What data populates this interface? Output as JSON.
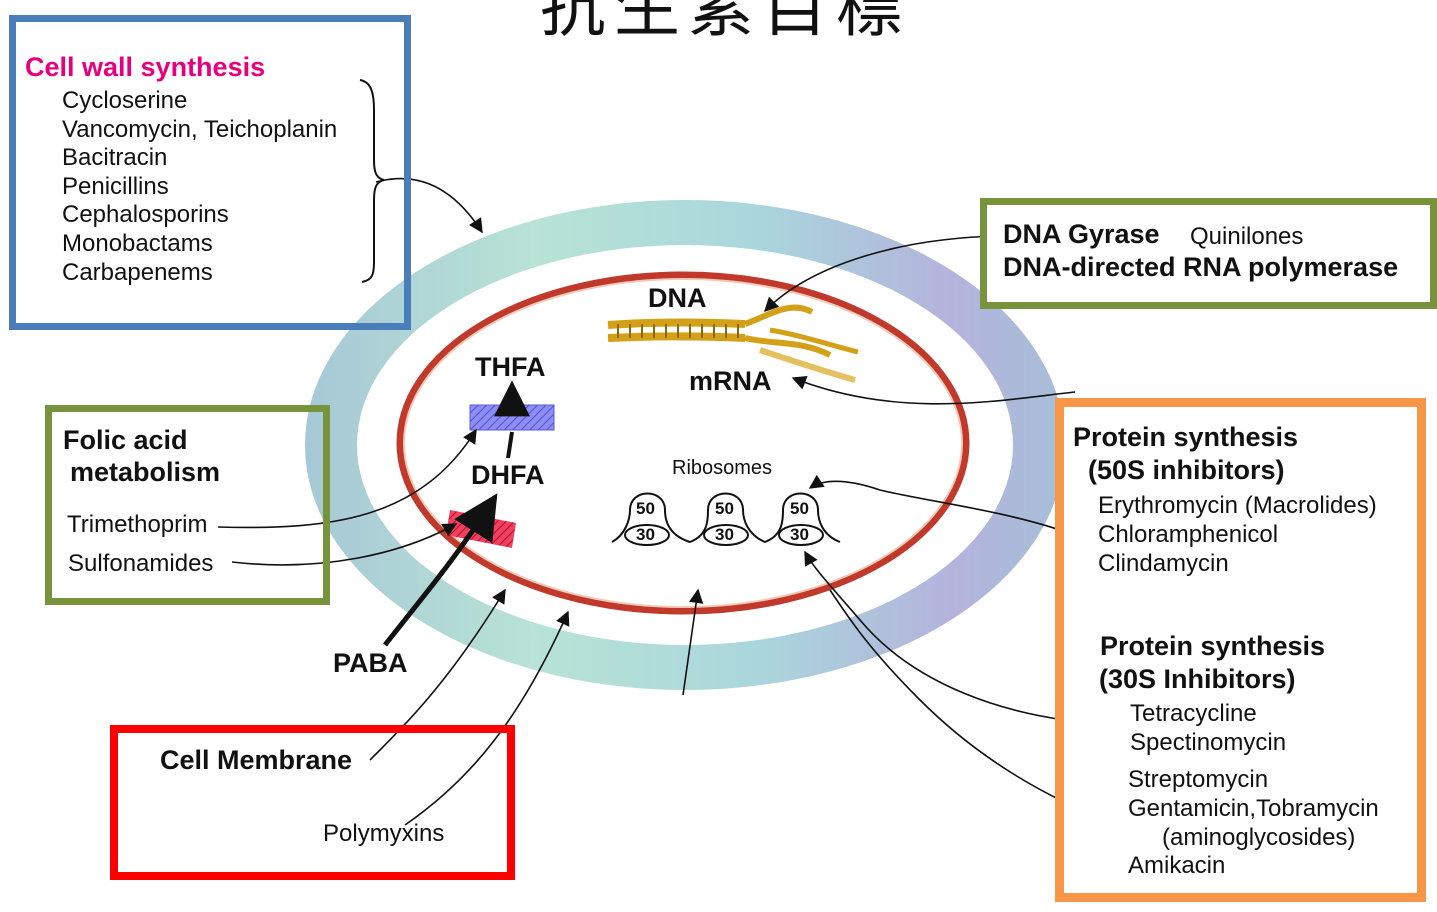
{
  "page": {
    "title": "抗生素目標"
  },
  "colors": {
    "cell_wall_box": "#4a7ebb",
    "folic_box": "#77933c",
    "dna_box": "#77933c",
    "protein_box": "#f79646",
    "membrane_box": "#ff0000",
    "cell_wall_heading": "#e6007e",
    "membrane_ring": "#c0392b",
    "wall_ring": "#a9d3d8",
    "thfa_enzyme": "#7b7bf0",
    "dhfa_enzyme": "#e8304a",
    "dna_strand": "#d4a017"
  },
  "cell_wall": {
    "heading": "Cell wall synthesis",
    "drugs": [
      "Cycloserine",
      "Vancomycin, Teichoplanin",
      "Bacitracin",
      "Penicillins",
      "Cephalosporins",
      "Monobactams",
      "Carbapenems"
    ]
  },
  "folic": {
    "heading_line1": "Folic acid",
    "heading_line2": "metabolism",
    "drug1": "Trimethoprim",
    "drug2": "Sulfonamides"
  },
  "dna": {
    "gyrase": "DNA Gyrase",
    "gyrase_drug": "Quinilones",
    "rna_pol": "DNA-directed RNA polymerase"
  },
  "protein50": {
    "heading_line1": "Protein synthesis",
    "heading_line2": "(50S inhibitors)",
    "drugs": [
      "Erythromycin (Macrolides)",
      "Chloramphenicol",
      "Clindamycin"
    ]
  },
  "protein30": {
    "heading_line1": "Protein synthesis",
    "heading_line2": "(30S Inhibitors)",
    "group1": [
      "Tetracycline",
      "Spectinomycin"
    ],
    "group2": [
      "Streptomycin",
      "Gentamicin,Tobramycin",
      "(aminoglycosides)",
      "Amikacin"
    ]
  },
  "membrane": {
    "heading": "Cell Membrane",
    "drug": "Polymyxins"
  },
  "cell": {
    "dna_label": "DNA",
    "mrna_label": "mRNA",
    "thfa_label": "THFA",
    "dhfa_label": "DHFA",
    "paba_label": "PABA",
    "ribosomes_label": "Ribosomes",
    "ribosome_large": "50",
    "ribosome_small": "30"
  }
}
